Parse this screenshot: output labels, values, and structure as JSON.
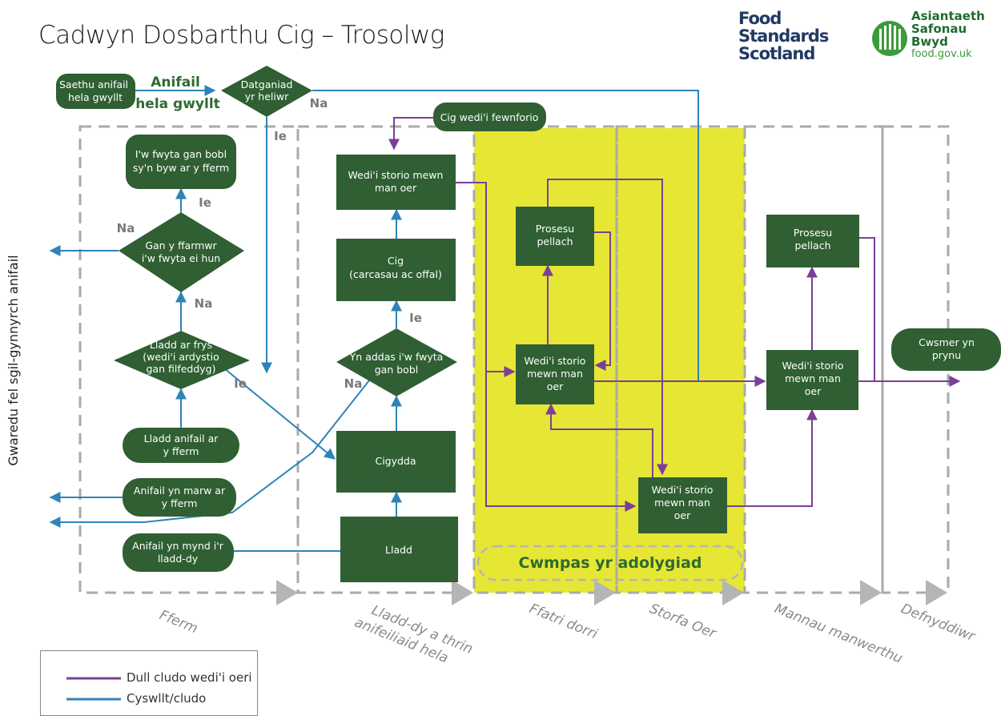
{
  "page_title": "Cadwyn Dosbarthu Cig – Trosolwg",
  "logos": {
    "fss_lines": [
      "Food",
      "Standards",
      "Scotland"
    ],
    "fsa_lines": [
      "Asiantaeth",
      "Safonau",
      "Bwyd"
    ],
    "fsa_url": "food.gov.uk"
  },
  "side_label": "Gwaredu fel sgil-gynnyrch anifail",
  "stages": [
    "Fferm",
    "Lladd-dy a thrin anifeiliaid hela",
    "Ffatri dorri",
    "Storfa Oer",
    "Mannau manwerthu",
    "Defnyddiwr"
  ],
  "scope_label": "Cwmpas yr adolygiad",
  "nodes": {
    "wild_shot": "Saethu anifail hela gwyllt",
    "wild_game_label": [
      "Anifail",
      "hela gwyllt"
    ],
    "hunter_decl": "Datganiad yr heliwr",
    "on_farm_eat": "I'w fwyta gan bobl sy'n byw ar y fferm",
    "farmer_eat": "Gan y ffarmwr i'w fwyta ei hun",
    "emergency": "Lladd ar frys (wedi'i ardystio gan filfeddyg)",
    "killed_farm": "Lladd anifail ar y fferm",
    "died_farm": "Anifail yn marw ar y fferm",
    "to_abattoir": "Anifail yn mynd i'r lladd-dy",
    "imported": "Cig wedi'i fewnforio",
    "stored_cold_1": "Wedi'i storio mewn man oer",
    "meat": "Cig (carcasau ac offal)",
    "fit_human": "Yn addas i'w fwyta gan bobl",
    "butcher": "Cigydda",
    "slaughter": "Lladd",
    "processing_1": "Prosesu pellach",
    "stored_cold_2": "Wedi'i storio mewn man oer",
    "stored_cold_3": "Wedi'i storio mewn man oer",
    "processing_2": "Prosesu pellach",
    "stored_cold_4": "Wedi'i storio mewn man oer",
    "consumer_buys": "Cwsmer yn prynu"
  },
  "edge_labels": {
    "yes": "Ie",
    "no": "Na"
  },
  "legend": [
    {
      "label": "Dull cludo wedi'i oeri",
      "color": "#7b3f98"
    },
    {
      "label": "Cyswllt/cludo",
      "color": "#2f83b8"
    }
  ],
  "colors": {
    "node": "#2f5f33",
    "chilled": "#7b3f98",
    "transport": "#2f83b8",
    "scope": "#e6e635",
    "dashed": "#aaaaaa",
    "label_green": "#2f6b2f"
  }
}
